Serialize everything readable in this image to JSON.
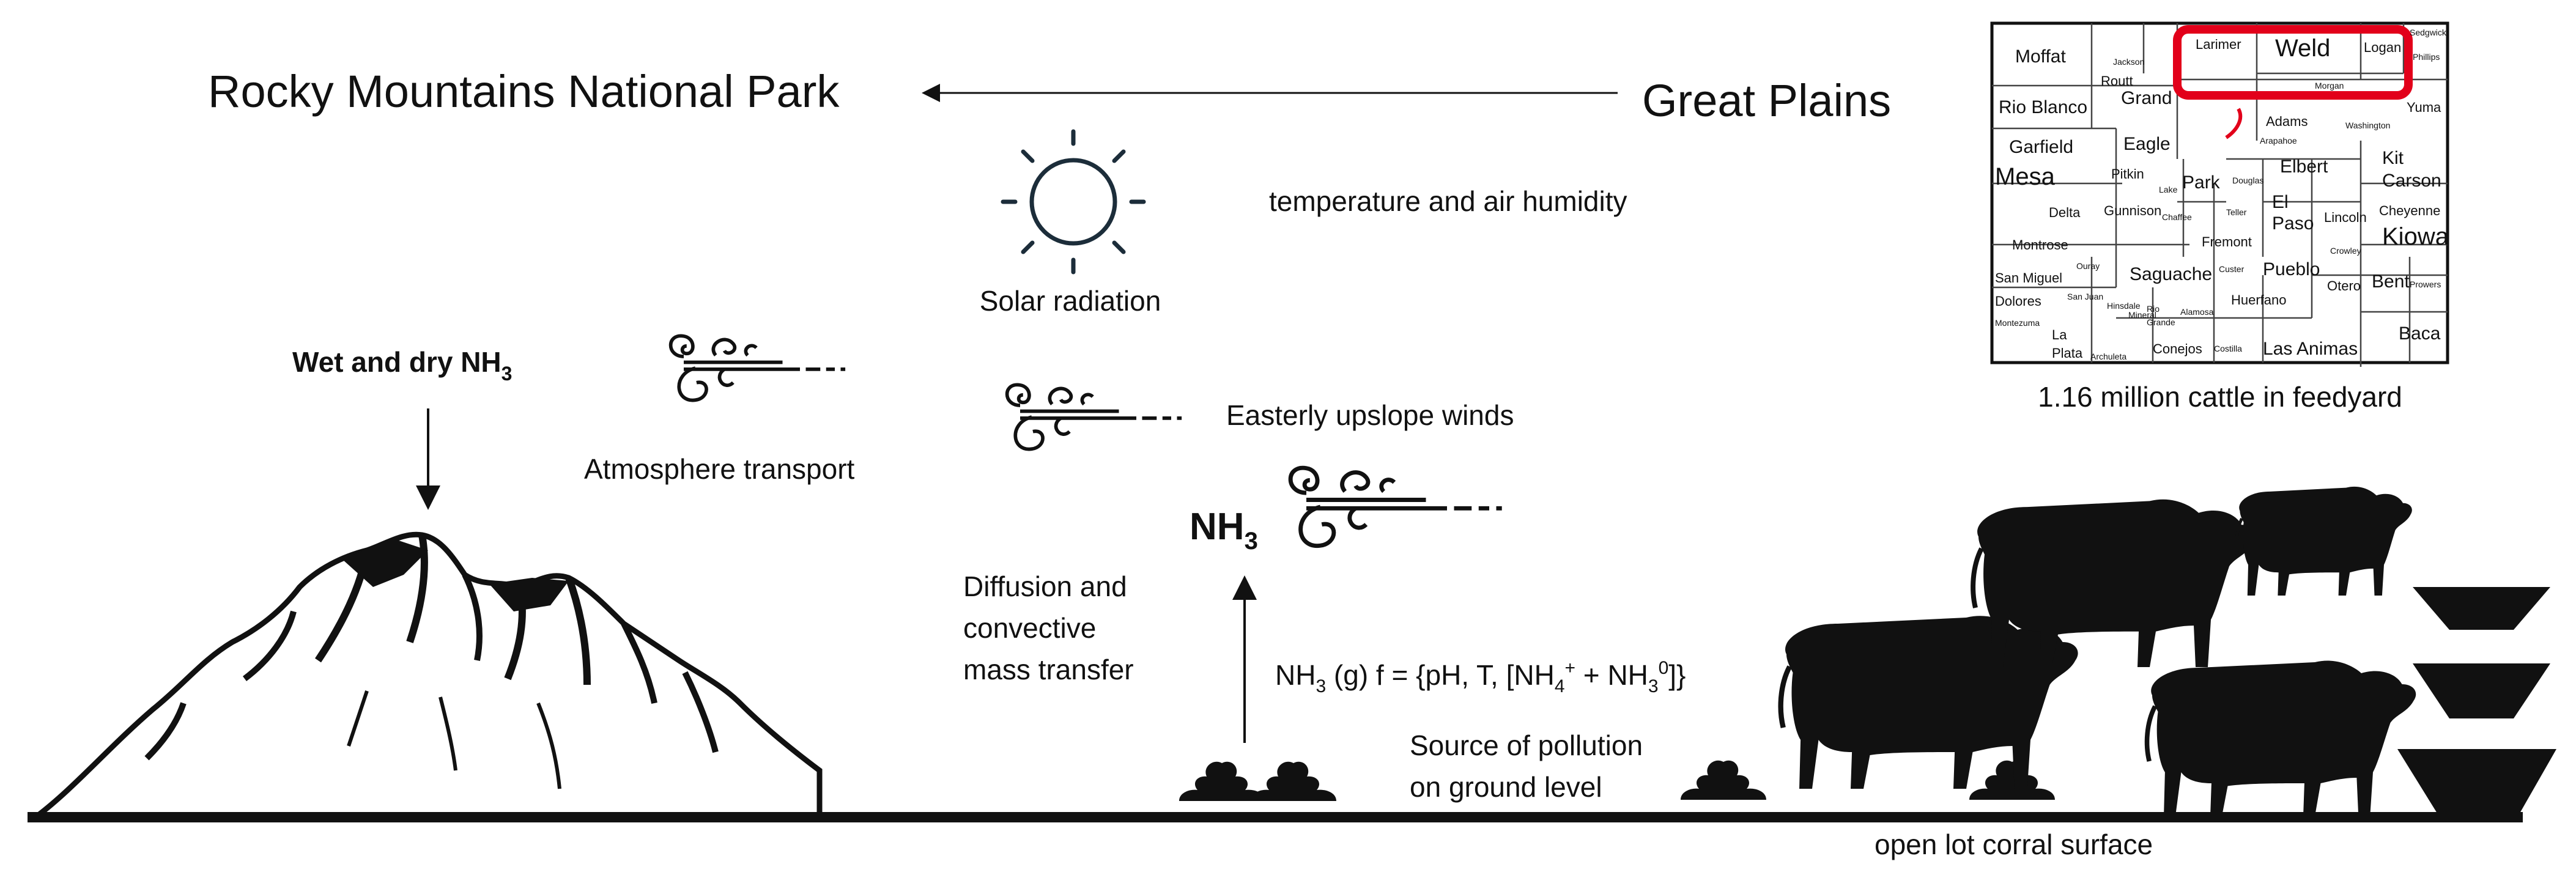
{
  "labels": {
    "rmnp": "Rocky Mountains National Park",
    "great_plains": "Great Plains",
    "temperature": "temperature and air humidity",
    "solar": "Solar radiation",
    "wet_dry": "Wet and dry NH",
    "wet_dry_sub": "3",
    "atmosphere": "Atmosphere transport",
    "easterly": "Easterly upslope winds",
    "nh3_main": "NH",
    "nh3_main_sub": "3",
    "diffusion": [
      "Diffusion and",
      "convective",
      "mass transfer"
    ],
    "equation": {
      "nh": "NH",
      "s3a": "3",
      "g_part": " (g) f = {pH, T, [NH",
      "s4": "4",
      "plus_sup": "+",
      "plus_mid": " + NH",
      "s3b": "3",
      "zero_sup": "0",
      "close": "]}"
    },
    "source": [
      "Source of pollution",
      "on ground level"
    ],
    "corral": "open lot corral surface",
    "cattle": "1.16 million cattle in feedyard"
  },
  "map": {
    "highlight_color": "#e2001a",
    "counties": [
      {
        "name": "Moffat",
        "size": "l"
      },
      {
        "name": "Routt",
        "size": "m"
      },
      {
        "name": "Jackson",
        "size": "s"
      },
      {
        "name": "Larimer",
        "size": "m"
      },
      {
        "name": "Weld",
        "size": "xl"
      },
      {
        "name": "Logan",
        "size": "m"
      },
      {
        "name": "Sedgwick",
        "size": "s"
      },
      {
        "name": "Phillips",
        "size": "s"
      },
      {
        "name": "Morgan",
        "size": "s"
      },
      {
        "name": "Rio Blanco",
        "size": "l"
      },
      {
        "name": "Grand",
        "size": "l"
      },
      {
        "name": "Yuma",
        "size": "m"
      },
      {
        "name": "Adams",
        "size": "m"
      },
      {
        "name": "Washington",
        "size": "s"
      },
      {
        "name": "Arapahoe",
        "size": "s"
      },
      {
        "name": "Garfield",
        "size": "l"
      },
      {
        "name": "Eagle",
        "size": "l"
      },
      {
        "name": "Mesa",
        "size": "xl"
      },
      {
        "name": "Pitkin",
        "size": "m"
      },
      {
        "name": "Park",
        "size": "l"
      },
      {
        "name": "Elbert",
        "size": "l"
      },
      {
        "name": "Kit",
        "size": "l"
      },
      {
        "name": "Carson",
        "size": "l"
      },
      {
        "name": "Delta",
        "size": "m"
      },
      {
        "name": "Gunnison",
        "size": "m"
      },
      {
        "name": "Lake",
        "size": "s"
      },
      {
        "name": "Chaffee",
        "size": "s"
      },
      {
        "name": "Teller",
        "size": "s"
      },
      {
        "name": "Douglas",
        "size": "s"
      },
      {
        "name": "El",
        "size": "l"
      },
      {
        "name": "Paso",
        "size": "l"
      },
      {
        "name": "Lincoln",
        "size": "m"
      },
      {
        "name": "Cheyenne",
        "size": "m"
      },
      {
        "name": "Montrose",
        "size": "m"
      },
      {
        "name": "Fremont",
        "size": "m"
      },
      {
        "name": "Kiowa",
        "size": "xl"
      },
      {
        "name": "Crowley",
        "size": "s"
      },
      {
        "name": "San Miguel",
        "size": "m"
      },
      {
        "name": "Ouray",
        "size": "s"
      },
      {
        "name": "Saguache",
        "size": "l"
      },
      {
        "name": "Custer",
        "size": "s"
      },
      {
        "name": "Pueblo",
        "size": "l"
      },
      {
        "name": "Dolores",
        "size": "m"
      },
      {
        "name": "San Juan",
        "size": "s"
      },
      {
        "name": "Hinsdale",
        "size": "s"
      },
      {
        "name": "Mineral",
        "size": "s"
      },
      {
        "name": "Otero",
        "size": "m"
      },
      {
        "name": "Bent",
        "size": "l"
      },
      {
        "name": "Prowers",
        "size": "s"
      },
      {
        "name": "Montezuma",
        "size": "s"
      },
      {
        "name": "Rio",
        "size": "s"
      },
      {
        "name": "Grande",
        "size": "s"
      },
      {
        "name": "Alamosa",
        "size": "s"
      },
      {
        "name": "Huerfano",
        "size": "m"
      },
      {
        "name": "La",
        "size": "m"
      },
      {
        "name": "Plata",
        "size": "m"
      },
      {
        "name": "Archuleta",
        "size": "s"
      },
      {
        "name": "Conejos",
        "size": "m"
      },
      {
        "name": "Costilla",
        "size": "s"
      },
      {
        "name": "Las Animas",
        "size": "l"
      },
      {
        "name": "Baca",
        "size": "l"
      }
    ]
  }
}
